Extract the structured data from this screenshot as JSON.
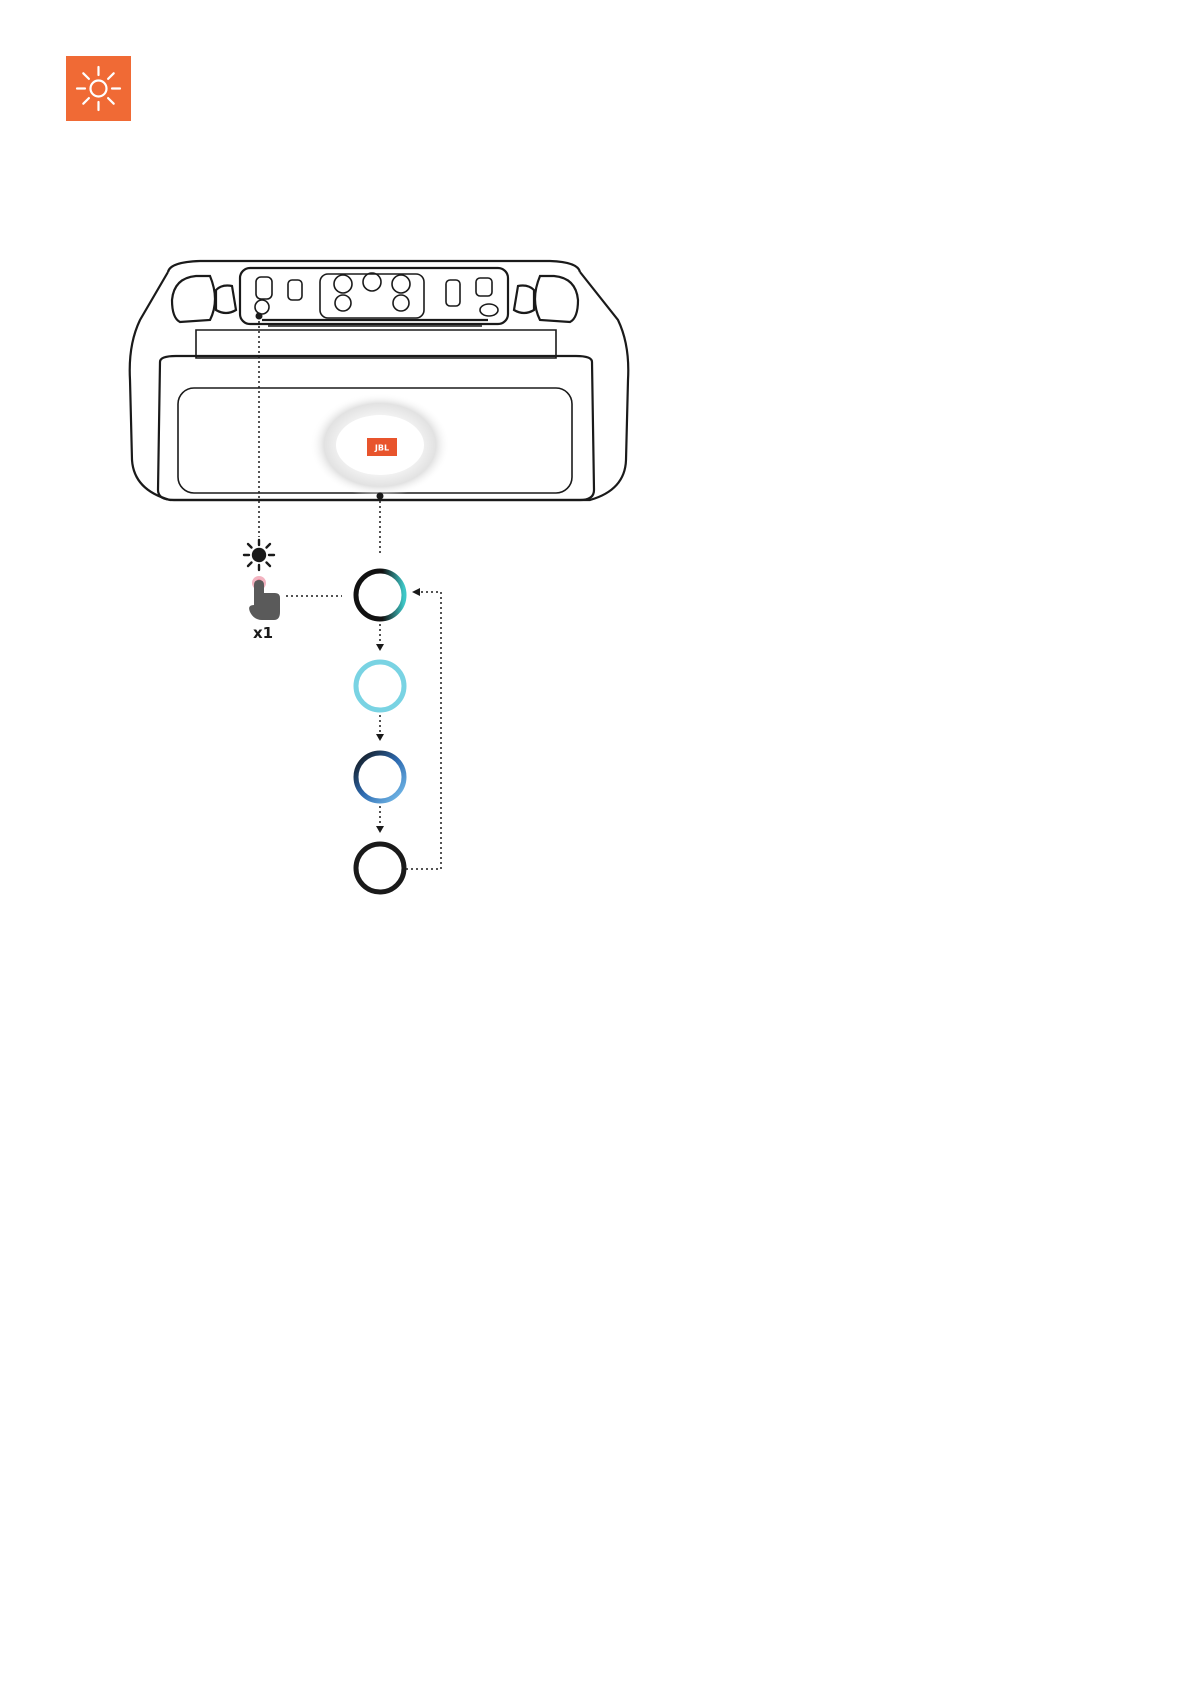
{
  "header": {
    "icon": "sun-icon",
    "icon_bg": "#f06a35"
  },
  "speaker": {
    "logo_text": "JBL",
    "logo_color": "#e8542c"
  },
  "control": {
    "icon": "brightness-icon",
    "gesture_icon": "finger-press-icon",
    "press_count": "x1"
  },
  "light_ring_cycle": [
    {
      "state": "gradient",
      "colors": [
        "#111111",
        "#3ec7c7"
      ]
    },
    {
      "state": "cyan",
      "colors": [
        "#79d3e3"
      ]
    },
    {
      "state": "gradient",
      "colors": [
        "#111111",
        "#5b93e0"
      ]
    },
    {
      "state": "off",
      "colors": [
        "#1a1a1a"
      ]
    }
  ]
}
